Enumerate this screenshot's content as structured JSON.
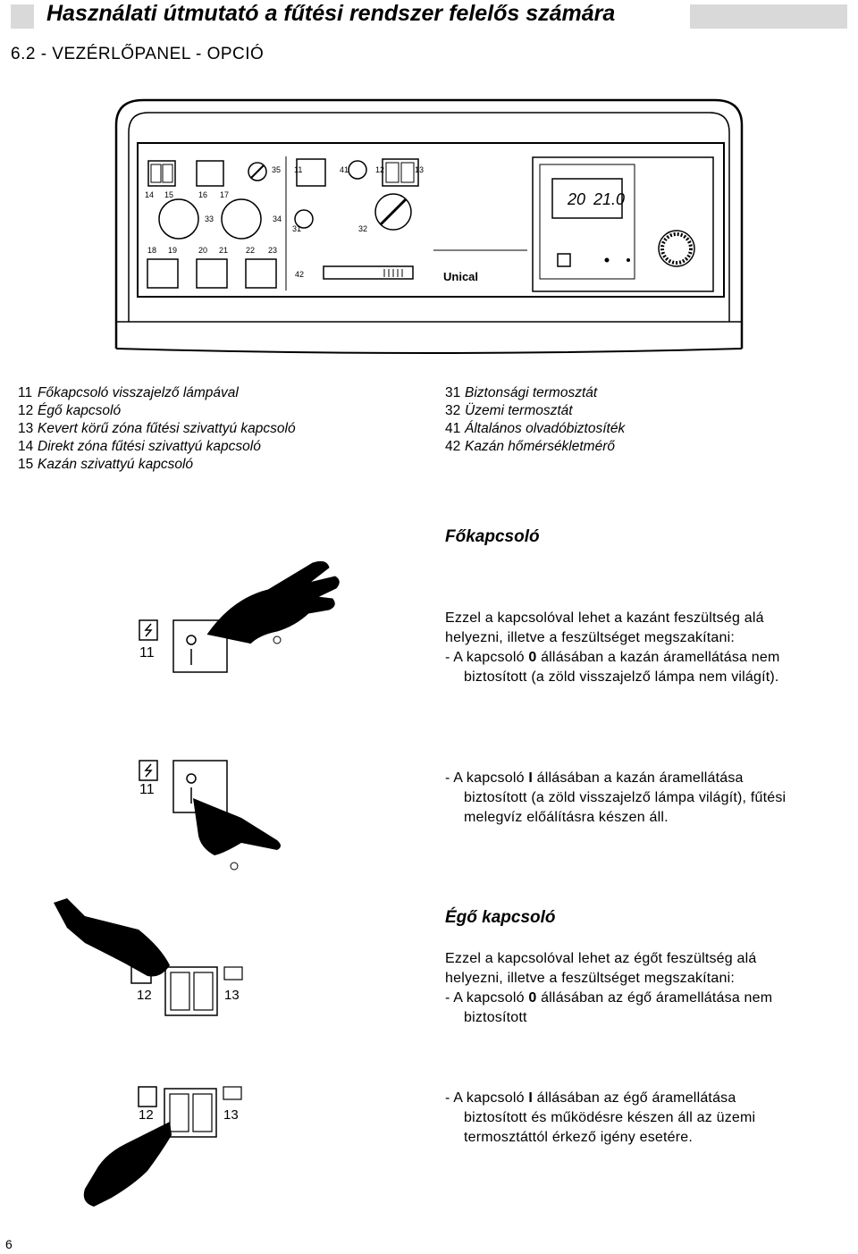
{
  "header": {
    "title": "Használati útmutató a fűtési rendszer felelős számára",
    "section": "6.2 - VEZÉRLŐPANEL - OPCIÓ"
  },
  "panel": {
    "brand": "Unical",
    "display_left": "20",
    "display_right": "21.0",
    "labels": {
      "l11": "11",
      "l41": "41",
      "l12": "12",
      "l13": "13",
      "l14": "14",
      "l15": "15",
      "l16": "16",
      "l17": "17",
      "l18": "18",
      "l19": "19",
      "l20": "20",
      "l21": "21",
      "l22": "22",
      "l23": "23",
      "l31": "31",
      "l32": "32",
      "l33": "33",
      "l34": "34",
      "l35": "35",
      "l42": "42"
    }
  },
  "legend_left": [
    {
      "num": "11",
      "text": "Főkapcsoló visszajelző lámpával"
    },
    {
      "num": "12",
      "text": "Égő kapcsoló"
    },
    {
      "num": "13",
      "text": "Kevert körű zóna fűtési szivattyú kapcsoló"
    },
    {
      "num": "14",
      "text": "Direkt zóna fűtési szivattyú kapcsoló"
    },
    {
      "num": "15",
      "text": "Kazán szivattyú kapcsoló"
    }
  ],
  "legend_right": [
    {
      "num": "31",
      "text": "Biztonsági termosztát"
    },
    {
      "num": "32",
      "text": "Üzemi termosztát"
    },
    {
      "num": "41",
      "text": "Általános olvadóbiztosíték"
    },
    {
      "num": "42",
      "text": "Kazán hőmérsékletmérő"
    }
  ],
  "fokapcsolo": {
    "heading": "Főkapcsoló",
    "para1": [
      "Ezzel a kapcsolóval lehet a kazánt  feszültség alá",
      "helyezni, illetve a feszültséget megszakítani:"
    ],
    "item1_pre": "-  A kapcsoló ",
    "item1_bold": "0",
    "item1_post": " állásában a kazán áramellátása nem",
    "item1_cont": "biztosított (a zöld visszajelző lámpa nem világít).",
    "item2_pre": "-  A kapcsoló ",
    "item2_bold": "I",
    "item2_post": " állásában a kazán áramellátása",
    "item2_cont1": "biztosított (a zöld visszajelző lámpa világít), fűtési",
    "item2_cont2": "melegvíz előálításra készen áll.",
    "switch_label": "11"
  },
  "egokapcsolo": {
    "heading": "Égő kapcsoló",
    "para1": [
      "Ezzel a kapcsolóval lehet az égőt feszültség alá",
      "helyezni, illetve a feszültséget megszakítani:"
    ],
    "item1_pre": "-  A kapcsoló  ",
    "item1_bold": "0",
    "item1_post": " állásában az égő áramellátása nem",
    "item1_cont": "biztosított",
    "item2_pre": "-  A kapcsoló ",
    "item2_bold": "I",
    "item2_post": " állásában az égő áramellátása",
    "item2_cont1": "biztosított és működésre készen áll az üzemi",
    "item2_cont2": "termosztáttól érkező igény esetére.",
    "label_left": "12",
    "label_right": "13"
  },
  "page_number": "6"
}
